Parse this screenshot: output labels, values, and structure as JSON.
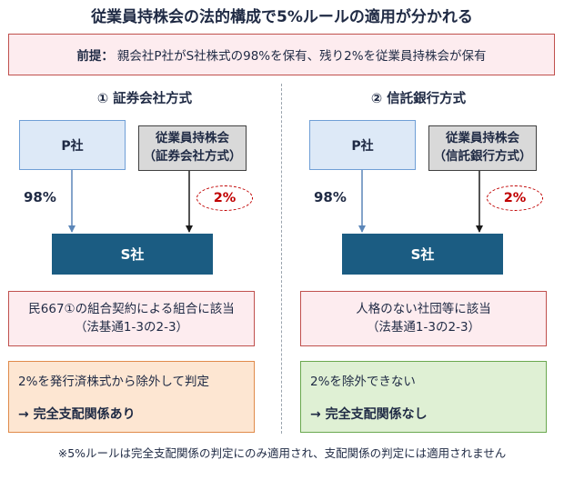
{
  "title": "従業員持株会の法的構成で5%ルールの適用が分かれる",
  "premise": {
    "label": "前提：",
    "text": "親会社P社がS社株式の98%を保有、残り2%を従業員持株会が保有"
  },
  "left": {
    "heading": "① 証券会社方式",
    "parent": "P社",
    "esop_line1": "従業員持株会",
    "esop_line2": "（証券会社方式）",
    "pct_parent": "98%",
    "pct_esop": "2%",
    "sub": "S社",
    "legal_line1": "民667①の組合契約による組合に該当",
    "legal_line2": "（法基通1-3の2-3）",
    "result_text": "2%を発行済株式から除外して判定",
    "result_conclusion": "→ 完全支配関係あり"
  },
  "right": {
    "heading": "② 信託銀行方式",
    "parent": "P社",
    "esop_line1": "従業員持株会",
    "esop_line2": "（信託銀行方式）",
    "pct_parent": "98%",
    "pct_esop": "2%",
    "sub": "S社",
    "legal_line1": "人格のない社団等に該当",
    "legal_line2": "（法基通1-3の2-3）",
    "result_text": "2%を除外できない",
    "result_conclusion": "→ 完全支配関係なし"
  },
  "footnote": "※5%ルールは完全支配関係の判定にのみ適用され、支配関係の判定には適用されません",
  "colors": {
    "dark_navy": "#1f2a44",
    "sub_box": "#1b5c82",
    "parent_box": "#dde9f7",
    "esop_box": "#d9d9d9",
    "red_accent": "#c00000",
    "premise_bg": "#fdecef",
    "orange_bg": "#fde6d2",
    "green_bg": "#dff0d4"
  }
}
